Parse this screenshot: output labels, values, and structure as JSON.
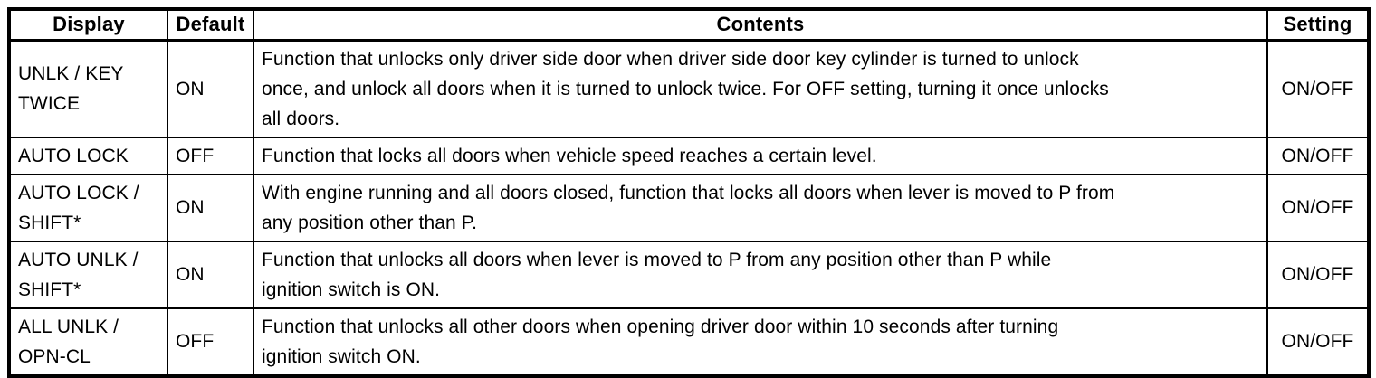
{
  "table": {
    "columns": {
      "display": "Display",
      "default": "Default",
      "contents": "Contents",
      "setting": "Setting"
    },
    "rows": [
      {
        "display": "UNLK / KEY\nTWICE",
        "default": "ON",
        "contents": "Function that unlocks only driver side door when driver side door key cylinder is turned to unlock\nonce, and unlock all doors when it is turned to unlock twice. For OFF setting, turning it once unlocks\nall doors.",
        "setting": "ON/OFF"
      },
      {
        "display": "AUTO LOCK",
        "default": "OFF",
        "contents": "Function that locks all doors when vehicle speed reaches a certain level.",
        "setting": "ON/OFF"
      },
      {
        "display": "AUTO LOCK /\nSHIFT*",
        "default": "ON",
        "contents": "With engine running and all doors closed, function that locks all doors when lever is moved to P from\nany position other than P.",
        "setting": "ON/OFF"
      },
      {
        "display": "AUTO UNLK /\nSHIFT*",
        "default": "ON",
        "contents": "Function that unlocks all doors when lever is moved to P from any position other than P while\nignition switch is ON.",
        "setting": "ON/OFF"
      },
      {
        "display": "ALL UNLK /\nOPN-CL",
        "default": "OFF",
        "contents": "Function that unlocks all other doors when opening driver door within 10 seconds after turning\nignition switch ON.",
        "setting": "ON/OFF"
      }
    ]
  }
}
